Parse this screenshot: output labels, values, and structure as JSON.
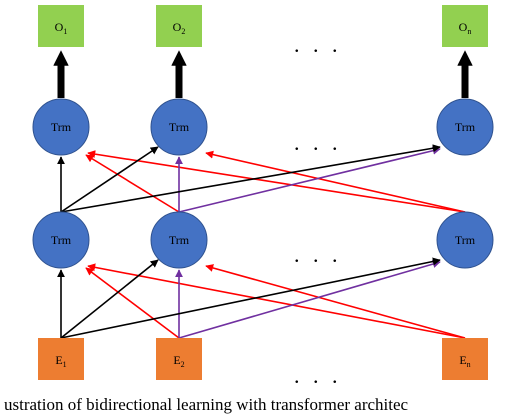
{
  "outputs": [
    {
      "base": "O",
      "sub": "1"
    },
    {
      "base": "O",
      "sub": "2"
    },
    {
      "base": "O",
      "sub": "n"
    }
  ],
  "layer2": [
    {
      "label": "Trm"
    },
    {
      "label": "Trm"
    },
    {
      "label": "Trm"
    }
  ],
  "layer1": [
    {
      "label": "Trm"
    },
    {
      "label": "Trm"
    },
    {
      "label": "Trm"
    }
  ],
  "inputs": [
    {
      "base": "E",
      "sub": "1"
    },
    {
      "base": "E",
      "sub": "2"
    },
    {
      "base": "E",
      "sub": "n"
    }
  ],
  "ellipsis": ". . .",
  "caption": "ustration of bidirectional learning with transformer architec",
  "colors": {
    "output_box": "#92d050",
    "input_box": "#ed7d31",
    "trm_node": "#4472c4",
    "arrow_black": "#000000",
    "arrow_red": "#ff0000",
    "arrow_purple": "#7030a0"
  }
}
